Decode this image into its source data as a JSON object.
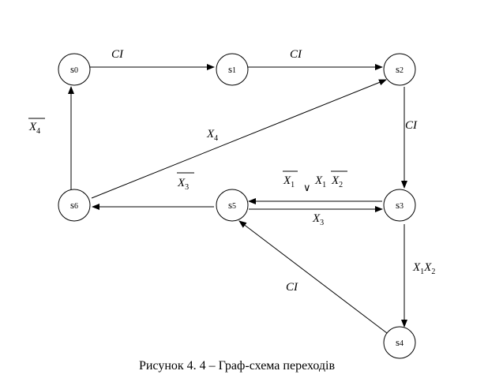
{
  "nodes": [
    {
      "id": "s0",
      "base": "s",
      "sub": "0"
    },
    {
      "id": "s1",
      "base": "s",
      "sub": "1"
    },
    {
      "id": "s2",
      "base": "s",
      "sub": "2"
    },
    {
      "id": "s3",
      "base": "s",
      "sub": "3"
    },
    {
      "id": "s4",
      "base": "s",
      "sub": "4"
    },
    {
      "id": "s5",
      "base": "s",
      "sub": "5"
    },
    {
      "id": "s6",
      "base": "s",
      "sub": "6"
    }
  ],
  "edges": [
    {
      "from": "s0",
      "to": "s1",
      "label": "CI"
    },
    {
      "from": "s1",
      "to": "s2",
      "label": "CI"
    },
    {
      "from": "s2",
      "to": "s3",
      "label": "CI"
    },
    {
      "from": "s3",
      "to": "s5",
      "label_parts": [
        "X",
        "1",
        "∨",
        "X",
        "1",
        "X",
        "2"
      ]
    },
    {
      "from": "s5",
      "to": "s3",
      "label_parts": [
        "X",
        "3"
      ]
    },
    {
      "from": "s5",
      "to": "s6",
      "label_parts": [
        "X",
        "3"
      ]
    },
    {
      "from": "s6",
      "to": "s2",
      "label_parts": [
        "X",
        "4"
      ]
    },
    {
      "from": "s6",
      "to": "s0",
      "label_parts": [
        "X",
        "4"
      ]
    },
    {
      "from": "s3",
      "to": "s4",
      "label_parts": [
        "X",
        "1",
        "X",
        "2"
      ]
    },
    {
      "from": "s4",
      "to": "s5",
      "label": "CI"
    }
  ],
  "caption": "Рисунок 4. 4 – Граф-схема переходів"
}
